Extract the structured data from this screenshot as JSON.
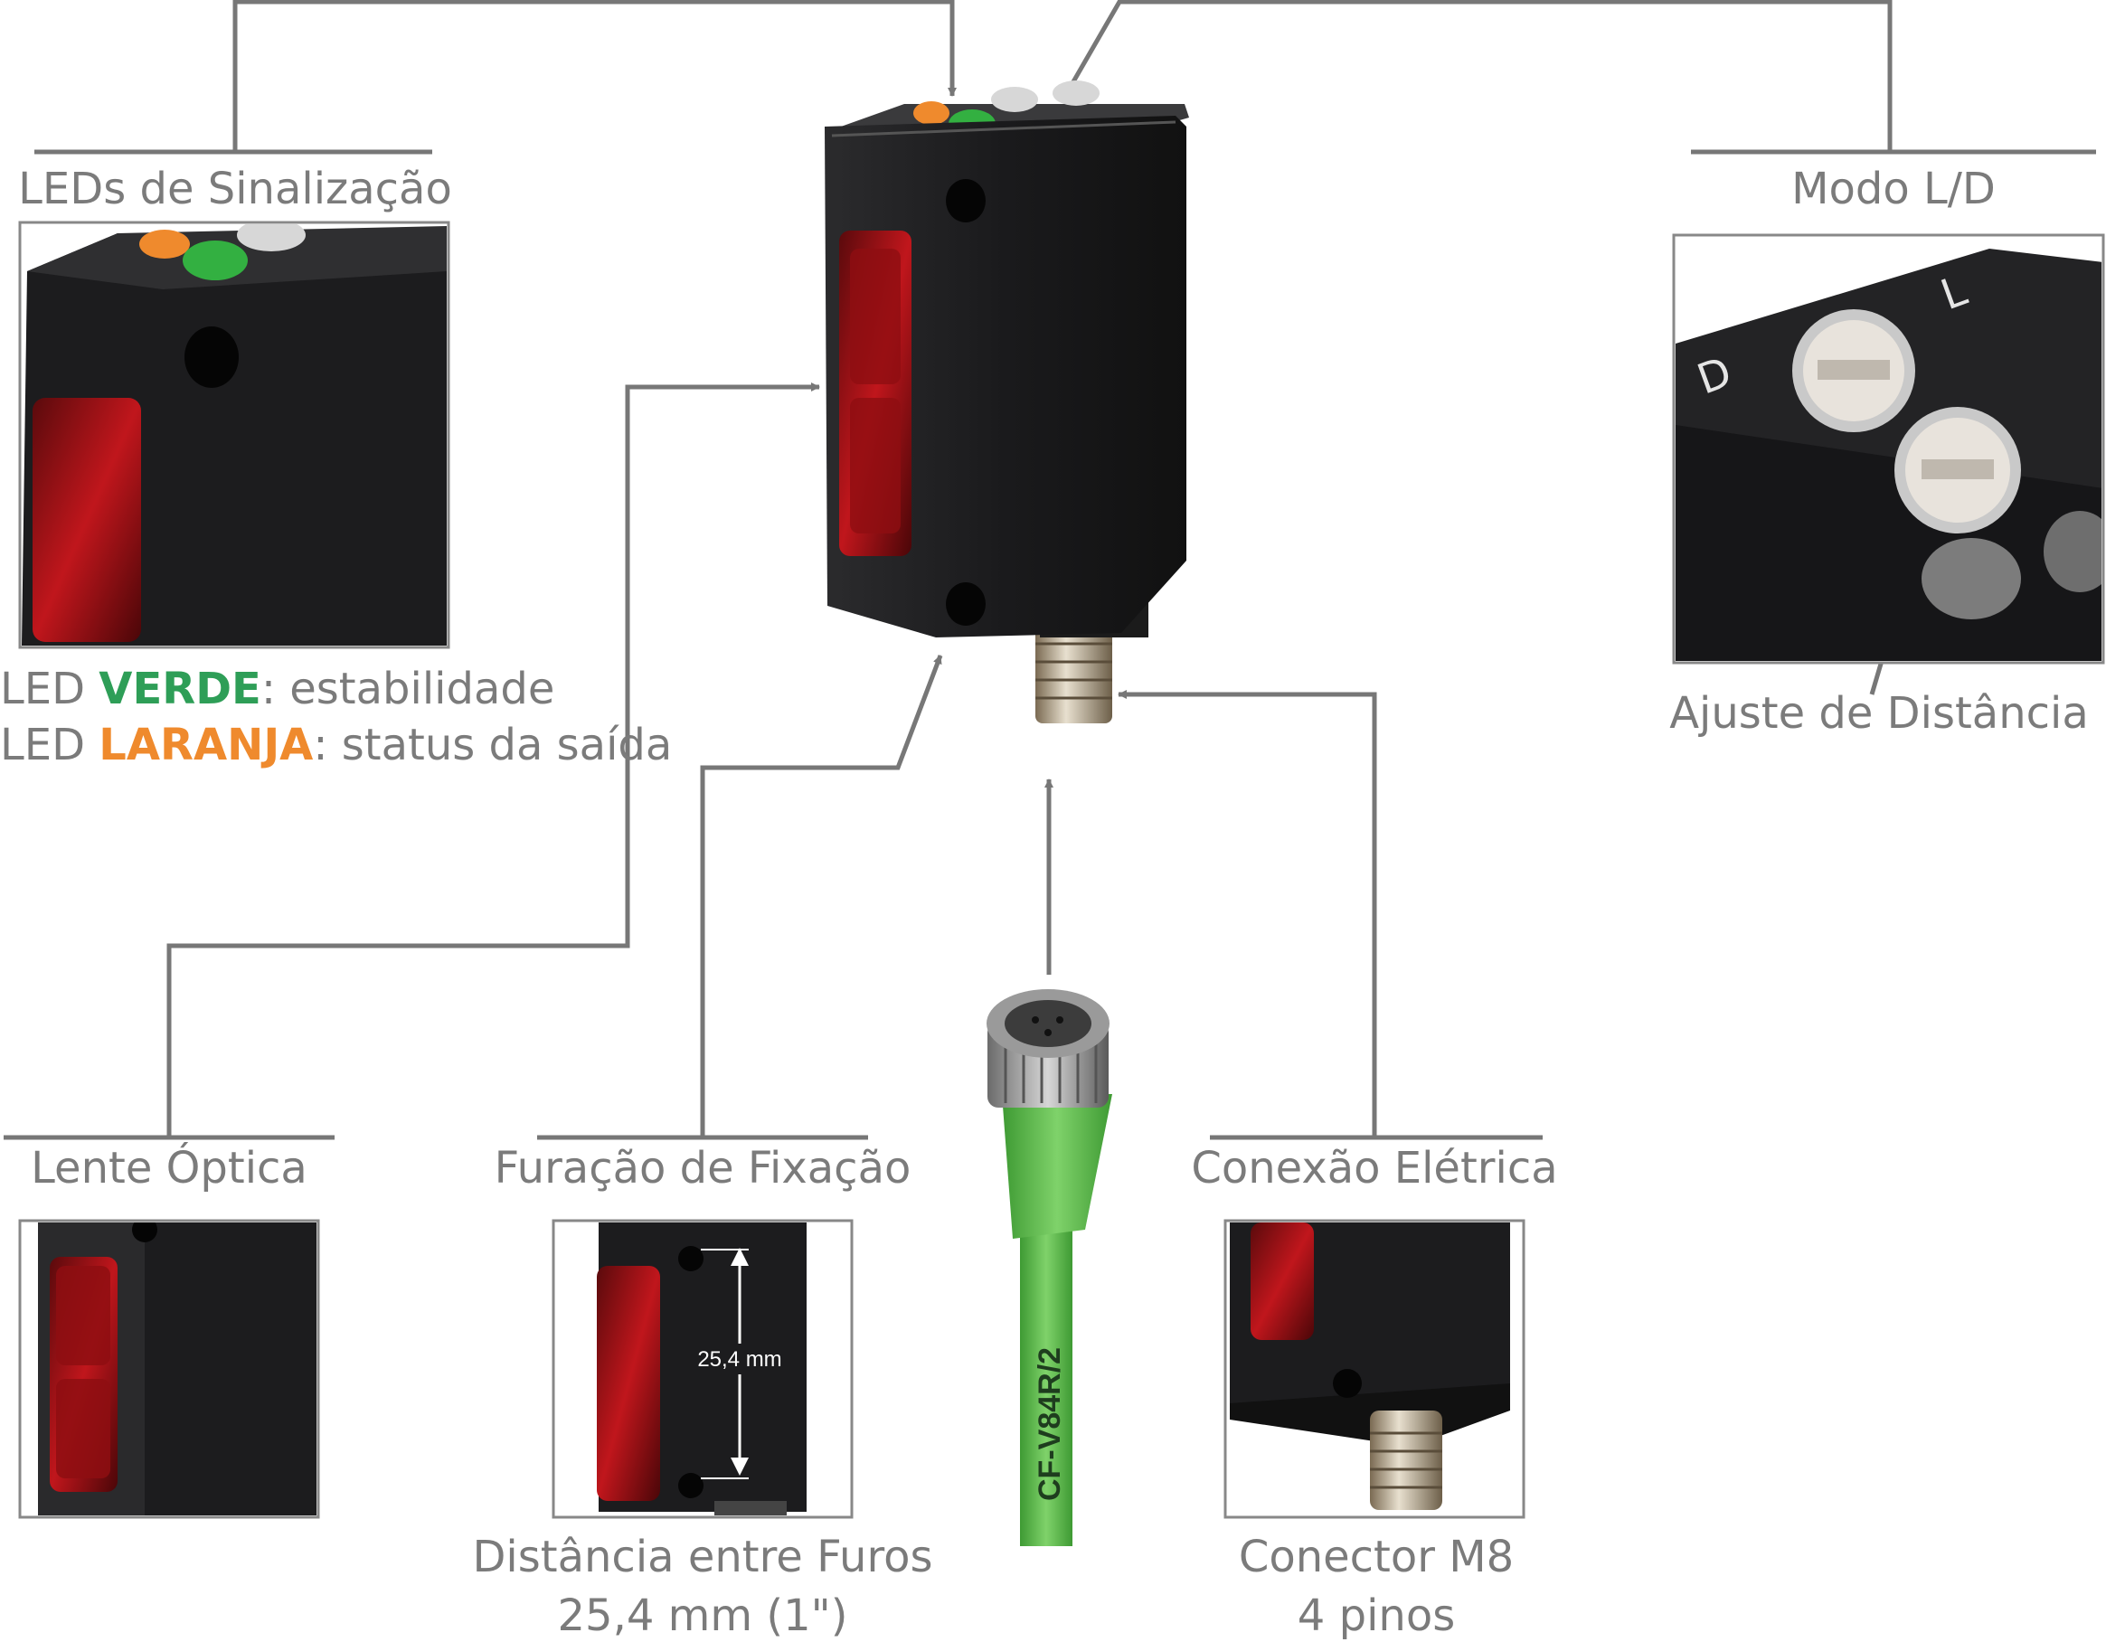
{
  "labels": {
    "leds": "LEDs de Sinalização",
    "mode": "Modo L/D",
    "distance_adjust": "Ajuste de Distância",
    "lens": "Lente Óptica",
    "mounting": "Furação de Fixação",
    "electrical": "Conexão Elétrica",
    "hole_distance_line1": "Distância entre Furos",
    "hole_distance_line2": "25,4 mm (1\")",
    "connector_line1": "Conector M8",
    "connector_line2": "4 pinos"
  },
  "led_legend": {
    "green_prefix": "LED ",
    "green_word": "VERDE",
    "green_suffix": ": estabilidade",
    "orange_prefix": "LED ",
    "orange_word": "LARANJA",
    "orange_suffix": ": status da saída"
  },
  "dimension_label": "25,4 mm",
  "cable_model": "CF-V84R/2",
  "colors": {
    "led_green": "#2e9e57",
    "led_orange": "#ef8a2d",
    "cable_green": "#58b947",
    "lens_red": "#b3141a",
    "sensor_body": "#1d1d1f"
  }
}
